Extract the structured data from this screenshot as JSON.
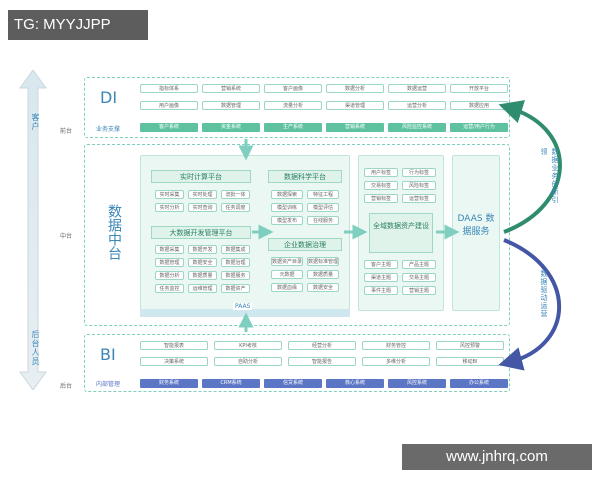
{
  "tag": "TG: MYYJJPP",
  "watermark": "www.jnhrq.com",
  "left_axis": {
    "top": "客户",
    "bottom": "后台人员"
  },
  "side_labels": {
    "front": "前台",
    "middle": "中台",
    "back": "后台"
  },
  "di": {
    "title": "DI",
    "support_label": "业务支撑",
    "row1": [
      "指标体系",
      "营销系统",
      "客户画像",
      "数据分析",
      "数据运营",
      "开放平台"
    ],
    "row2": [
      "用户画像",
      "数据管理",
      "流量分析",
      "渠道管理",
      "运营分析",
      "数据应用"
    ],
    "bars": [
      "客户系统",
      "资金系统",
      "生产系统",
      "营销系统",
      "风险监控系统",
      "运营/用户行为"
    ]
  },
  "middle": {
    "title": "数据中台",
    "realtime": {
      "title": "实时计算平台",
      "items": [
        "实时采集",
        "实时处理",
        "流批一体",
        "实时分析",
        "实时查询",
        "任务调度"
      ]
    },
    "bigdata": {
      "title": "大数据开发管理平台",
      "items": [
        "数据采集",
        "数据开发",
        "数据集成",
        "数据管理",
        "数据安全",
        "数据治理",
        "数据分析",
        "数据质量",
        "数据服务",
        "任务监控",
        "运维管理",
        "数据资产"
      ]
    },
    "science": {
      "title": "数据科学平台",
      "items": [
        "数据探索",
        "特征工程",
        "模型训练",
        "模型评估",
        "模型发布",
        "在线服务"
      ]
    },
    "governance": {
      "title": "企业数据治理",
      "items": [
        "数据资产目录",
        "数据标准管理",
        "元数据",
        "数据质量",
        "数据血缘",
        "数据安全"
      ]
    },
    "asset": {
      "title": "全域数据资产建设",
      "top": [
        "用户标签",
        "行为标签",
        "交易标签",
        "风险标签",
        "营销标签",
        "运营标签"
      ],
      "bottom": [
        "客户主题",
        "产品主题",
        "渠道主题",
        "交易主题",
        "事件主题",
        "营销主题"
      ]
    },
    "daas": {
      "title": "DAAS 数据服务"
    },
    "paas": "PAAS"
  },
  "right_labels": {
    "top": "数据业务创新引领",
    "bottom": "数据驱动运营"
  },
  "bi": {
    "title": "BI",
    "inner_label": "内部管理",
    "row1": [
      "智能报表",
      "KPI考核",
      "经营分析",
      "财务管控",
      "风控预警"
    ],
    "row2": [
      "决策系统",
      "自助分析",
      "智能报告",
      "多维分析",
      "移动BI"
    ],
    "bars": [
      "财务系统",
      "CRM系统",
      "信贷系统",
      "核心系统",
      "风控系统",
      "办公系统"
    ]
  }
}
